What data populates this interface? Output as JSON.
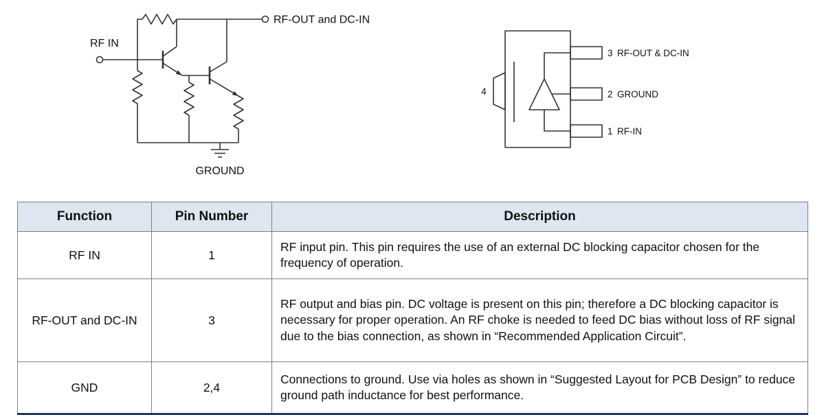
{
  "colors": {
    "line": "#333333",
    "table_header_bg": "#dde6f1",
    "table_border": "#7f7f7f",
    "table_bottom_border": "#1f3864"
  },
  "schematic": {
    "rf_in": "RF IN",
    "rf_out": "RF-OUT and DC-IN",
    "ground": "GROUND"
  },
  "package": {
    "pins": [
      {
        "number": "3",
        "name": "RF-OUT & DC-IN"
      },
      {
        "number": "2",
        "name": "GROUND"
      },
      {
        "number": "1",
        "name": "RF-IN"
      },
      {
        "number": "4",
        "name": ""
      }
    ]
  },
  "table": {
    "headers": [
      "Function",
      "Pin Number",
      "Description"
    ],
    "rows": [
      {
        "function": "RF IN",
        "pin": "1",
        "description": "RF input pin. This pin requires the use of an external DC blocking capacitor chosen for the frequency of operation."
      },
      {
        "function": "RF-OUT and DC-IN",
        "pin": "3",
        "description": "RF output and bias pin.  DC voltage is present on this pin; therefore a DC blocking capacitor is necessary for proper operation.  An RF choke is needed to feed DC bias without loss of RF signal due to the bias connection, as shown in “Recommended Application Circuit”."
      },
      {
        "function": "GND",
        "pin": "2,4",
        "description": "Connections to ground.  Use via holes as shown in “Suggested Layout for PCB Design” to reduce ground path inductance for best performance."
      }
    ]
  }
}
